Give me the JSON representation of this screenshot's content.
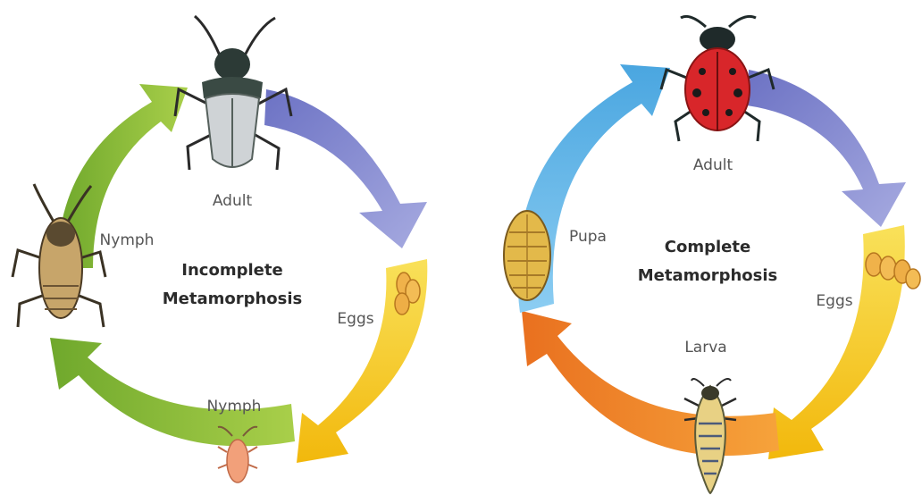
{
  "incomplete": {
    "title_line1": "Incomplete",
    "title_line2": "Metamorphosis",
    "labels": {
      "adult": "Adult",
      "eggs": "Eggs",
      "nymph_bottom": "Nymph",
      "nymph_left": "Nymph"
    },
    "colors": {
      "adult_arrow": "#8a8fd2",
      "eggs_arrow": "#f5c514",
      "nymph_arrows": "#8fbe3a"
    },
    "stages": [
      "adult-bug-icon",
      "eggs-icon",
      "small-nymph-icon",
      "large-nymph-icon"
    ]
  },
  "complete": {
    "title_line1": "Complete",
    "title_line2": "Metamorphosis",
    "labels": {
      "adult": "Adult",
      "eggs": "Eggs",
      "larva": "Larva",
      "pupa": "Pupa"
    },
    "colors": {
      "adult_arrow": "#8a8fd2",
      "eggs_arrow": "#f5c514",
      "larva_arrow": "#f08a2a",
      "pupa_arrow": "#5fb3e6"
    },
    "stages": [
      "ladybug-icon",
      "eggs-icon",
      "larva-icon",
      "pupa-icon"
    ]
  }
}
